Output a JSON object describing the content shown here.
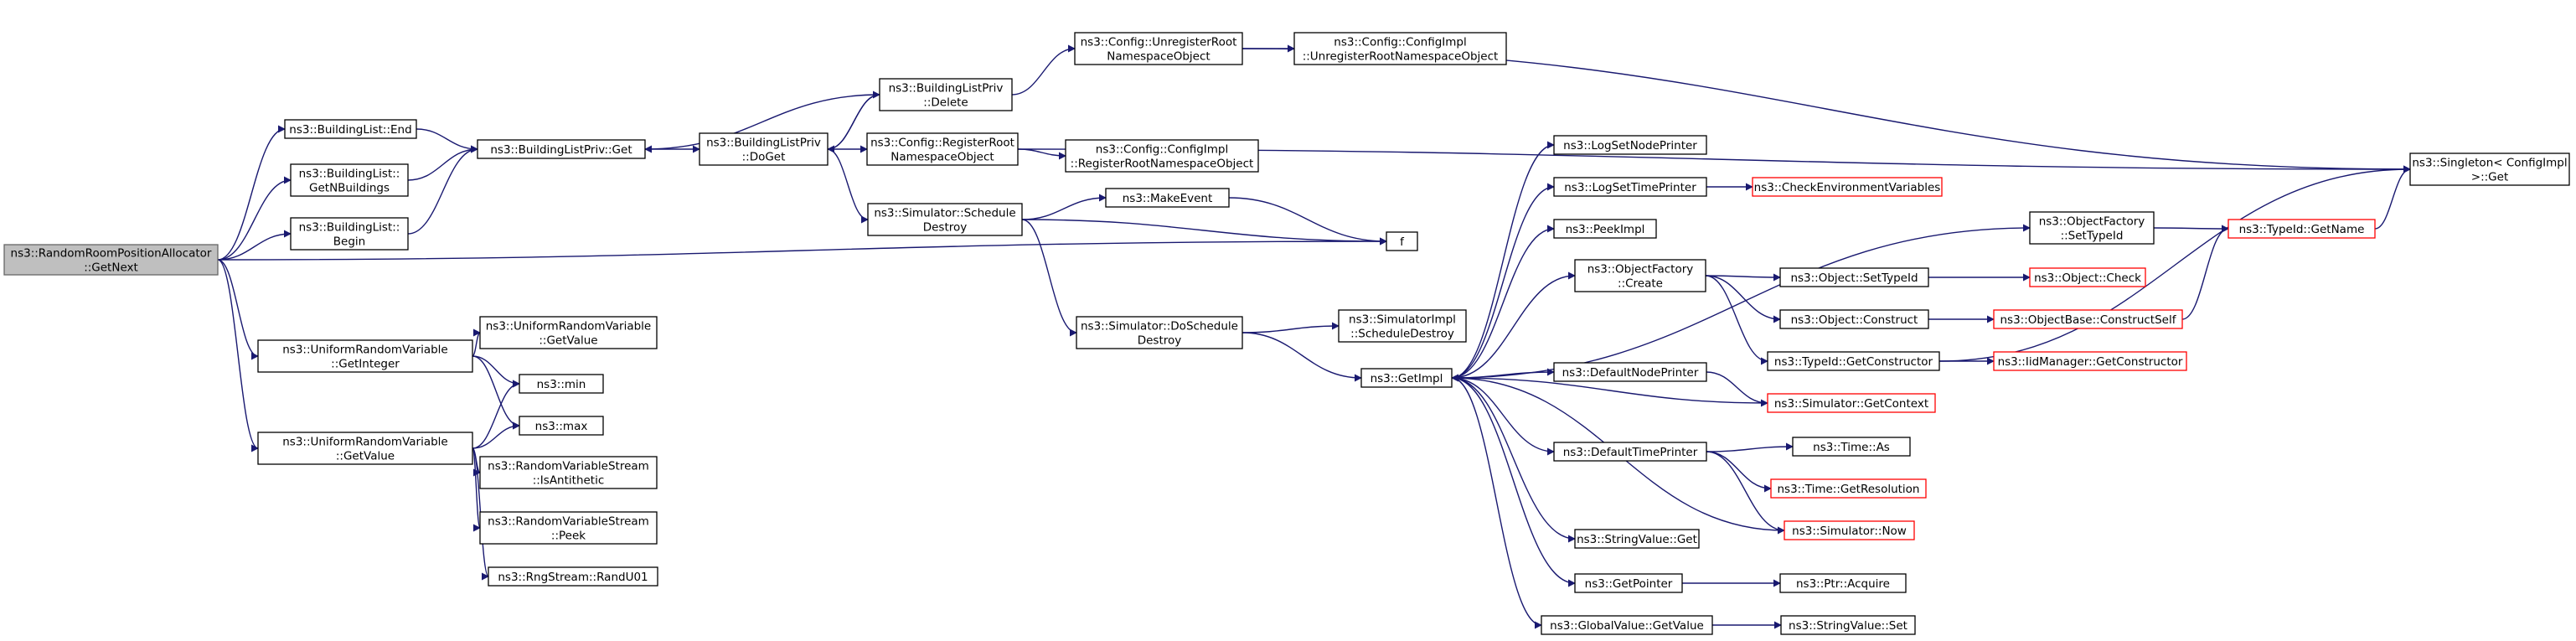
{
  "colors": {
    "edge": "#191970",
    "root_fill": "#bfbfbf",
    "border": "#000000",
    "red_border": "#ff0000"
  },
  "nodes": [
    {
      "id": "root",
      "style": "root",
      "lines": [
        "ns3::RandomRoomPositionAllocator",
        "::GetNext"
      ]
    },
    {
      "id": "bl_end",
      "lines": [
        "ns3::BuildingList::End"
      ]
    },
    {
      "id": "bl_getn",
      "lines": [
        "ns3::BuildingList::",
        "GetNBuildings"
      ]
    },
    {
      "id": "bl_begin",
      "lines": [
        "ns3::BuildingList::",
        "Begin"
      ]
    },
    {
      "id": "blp_get",
      "lines": [
        "ns3::BuildingListPriv::Get"
      ]
    },
    {
      "id": "blp_doget",
      "lines": [
        "ns3::BuildingListPriv",
        "::DoGet"
      ]
    },
    {
      "id": "blp_delete",
      "lines": [
        "ns3::BuildingListPriv",
        "::Delete"
      ]
    },
    {
      "id": "cfg_unreg",
      "lines": [
        "ns3::Config::UnregisterRoot",
        "NamespaceObject"
      ]
    },
    {
      "id": "cfgimpl_unreg",
      "lines": [
        "ns3::Config::ConfigImpl",
        "::UnregisterRootNamespaceObject"
      ]
    },
    {
      "id": "cfg_reg",
      "lines": [
        "ns3::Config::RegisterRoot",
        "NamespaceObject"
      ]
    },
    {
      "id": "cfgimpl_reg",
      "lines": [
        "ns3::Config::ConfigImpl",
        "::RegisterRootNamespaceObject"
      ]
    },
    {
      "id": "sim_sched",
      "lines": [
        "ns3::Simulator::Schedule",
        "Destroy"
      ]
    },
    {
      "id": "make_event",
      "lines": [
        "ns3::MakeEvent"
      ]
    },
    {
      "id": "f",
      "lines": [
        "f"
      ]
    },
    {
      "id": "singleton",
      "lines": [
        "ns3::Singleton< ConfigImpl",
        " >::Get"
      ]
    },
    {
      "id": "sim_dosched",
      "lines": [
        "ns3::Simulator::DoSchedule",
        "Destroy"
      ]
    },
    {
      "id": "simimpl_sched",
      "lines": [
        "ns3::SimulatorImpl",
        "::ScheduleDestroy"
      ]
    },
    {
      "id": "getimpl",
      "lines": [
        "ns3::GetImpl"
      ]
    },
    {
      "id": "urv_getint",
      "lines": [
        "ns3::UniformRandomVariable",
        "::GetInteger"
      ]
    },
    {
      "id": "urv_getval2",
      "lines": [
        "ns3::UniformRandomVariable",
        "::GetValue"
      ]
    },
    {
      "id": "urv_getval",
      "lines": [
        "ns3::UniformRandomVariable",
        "::GetValue"
      ]
    },
    {
      "id": "min",
      "lines": [
        "ns3::min"
      ]
    },
    {
      "id": "max",
      "lines": [
        "ns3::max"
      ]
    },
    {
      "id": "rvs_anti",
      "lines": [
        "ns3::RandomVariableStream",
        "::IsAntithetic"
      ]
    },
    {
      "id": "rvs_peek",
      "lines": [
        "ns3::RandomVariableStream",
        "::Peek"
      ]
    },
    {
      "id": "rng_randu",
      "lines": [
        "ns3::RngStream::RandU01"
      ]
    },
    {
      "id": "log_node",
      "lines": [
        "ns3::LogSetNodePrinter"
      ]
    },
    {
      "id": "log_time",
      "lines": [
        "ns3::LogSetTimePrinter"
      ]
    },
    {
      "id": "check_env",
      "style": "red",
      "lines": [
        "ns3::CheckEnvironmentVariables"
      ]
    },
    {
      "id": "peekimpl",
      "lines": [
        "ns3::PeekImpl"
      ]
    },
    {
      "id": "of_settypeid",
      "lines": [
        "ns3::ObjectFactory",
        "::SetTypeId"
      ]
    },
    {
      "id": "typeid_getname",
      "style": "red",
      "lines": [
        "ns3::TypeId::GetName"
      ]
    },
    {
      "id": "of_create",
      "lines": [
        "ns3::ObjectFactory",
        "::Create"
      ]
    },
    {
      "id": "obj_settypeid",
      "lines": [
        "ns3::Object::SetTypeId"
      ]
    },
    {
      "id": "obj_check",
      "style": "red",
      "lines": [
        "ns3::Object::Check"
      ]
    },
    {
      "id": "obj_construct",
      "lines": [
        "ns3::Object::Construct"
      ]
    },
    {
      "id": "objbase_construct",
      "style": "red",
      "lines": [
        "ns3::ObjectBase::ConstructSelf"
      ]
    },
    {
      "id": "typeid_getctor",
      "lines": [
        "ns3::TypeId::GetConstructor"
      ]
    },
    {
      "id": "iidmgr_getctor",
      "style": "red",
      "lines": [
        "ns3::IidManager::GetConstructor"
      ]
    },
    {
      "id": "default_node",
      "lines": [
        "ns3::DefaultNodePrinter"
      ]
    },
    {
      "id": "sim_getctx",
      "style": "red",
      "lines": [
        "ns3::Simulator::GetContext"
      ]
    },
    {
      "id": "default_time",
      "lines": [
        "ns3::DefaultTimePrinter"
      ]
    },
    {
      "id": "time_as",
      "lines": [
        "ns3::Time::As"
      ]
    },
    {
      "id": "time_getres",
      "style": "red",
      "lines": [
        "ns3::Time::GetResolution"
      ]
    },
    {
      "id": "sim_now",
      "style": "red",
      "lines": [
        "ns3::Simulator::Now"
      ]
    },
    {
      "id": "strval_get",
      "lines": [
        "ns3::StringValue::Get"
      ]
    },
    {
      "id": "getpointer",
      "lines": [
        "ns3::GetPointer"
      ]
    },
    {
      "id": "ptr_acquire",
      "lines": [
        "ns3::Ptr::Acquire"
      ]
    },
    {
      "id": "gv_getval",
      "lines": [
        "ns3::GlobalValue::GetValue"
      ]
    },
    {
      "id": "strval_set",
      "lines": [
        "ns3::StringValue::Set"
      ]
    }
  ]
}
